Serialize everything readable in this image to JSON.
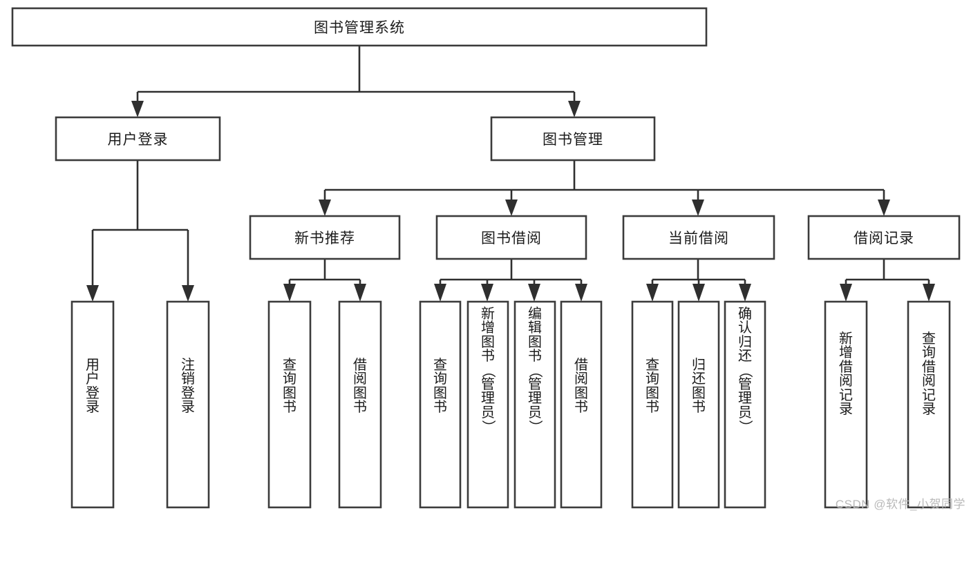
{
  "diagram": {
    "title": "图书管理系统",
    "type": "hierarchy-tree",
    "watermark": "CSDN @软件_小贺同学",
    "colors": {
      "box_stroke": "#3b3b3b",
      "connector": "#2f2f2f",
      "box_fill": "#ffffff",
      "text": "#1b1b1b",
      "watermark": "#b9b9b9"
    },
    "root": {
      "label": "图书管理系统"
    },
    "level2": [
      {
        "label": "用户登录"
      },
      {
        "label": "图书管理"
      }
    ],
    "level3": [
      {
        "label": "新书推荐"
      },
      {
        "label": "图书借阅"
      },
      {
        "label": "当前借阅"
      },
      {
        "label": "借阅记录"
      }
    ],
    "leaves": {
      "user_login": [
        {
          "label": "用户登录"
        },
        {
          "label": "注销登录"
        }
      ],
      "new_book": [
        {
          "label": "查询图书"
        },
        {
          "label": "借阅图书"
        }
      ],
      "book_borrow": [
        {
          "label": "查询图书"
        },
        {
          "label": "新增图书（管理员）"
        },
        {
          "label": "编辑图书（管理员）"
        },
        {
          "label": "借阅图书"
        }
      ],
      "current_borrow": [
        {
          "label": "查询图书"
        },
        {
          "label": "归还图书"
        },
        {
          "label": "确认归还（管理员）"
        }
      ],
      "borrow_record": [
        {
          "label": "新增借阅记录"
        },
        {
          "label": "查询借阅记录"
        }
      ]
    }
  }
}
